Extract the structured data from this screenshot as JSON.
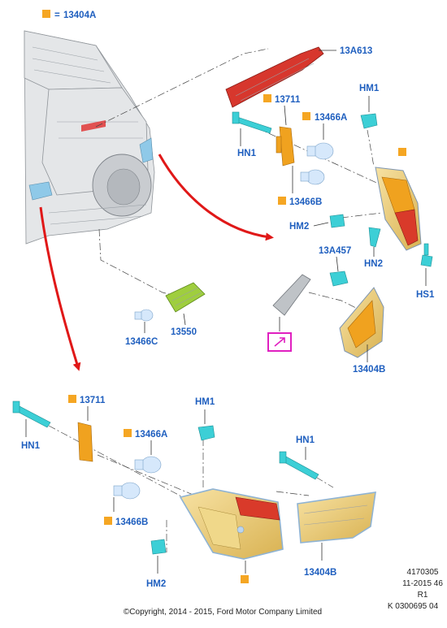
{
  "legend": {
    "equals": "=",
    "code": "13404A"
  },
  "labels": {
    "l_13a613": "13A613",
    "l_13711_top": "13711",
    "l_13466a_top": "13466A",
    "l_hm1_top": "HM1",
    "l_hn1_top": "HN1",
    "l_13466b_top": "13466B",
    "l_hm2_top": "HM2",
    "l_hn2": "HN2",
    "l_hs1": "HS1",
    "l_13a457": "13A457",
    "l_13466c": "13466C",
    "l_13550": "13550",
    "l_13404b_top": "13404B",
    "l_13711_bot": "13711",
    "l_hm1_bot": "HM1",
    "l_13466a_bot": "13466A",
    "l_hn1_bot_left": "HN1",
    "l_hn1_bot_right": "HN1",
    "l_13466b_bot": "13466B",
    "l_hm2_bot": "HM2",
    "l_13404b_bot": "13404B"
  },
  "meta": {
    "line1": "4170305",
    "line2": "11-2015 46",
    "line3": "R1",
    "line4": "K 0300695 04"
  },
  "copyright": "©Copyright, 2014 - 2015, Ford Motor Company Limited",
  "colors": {
    "label_blue": "#1f5fbf",
    "marker_orange": "#f5a623",
    "detail_frame_magenta": "#e020c0",
    "arrow_red": "#e01818"
  }
}
